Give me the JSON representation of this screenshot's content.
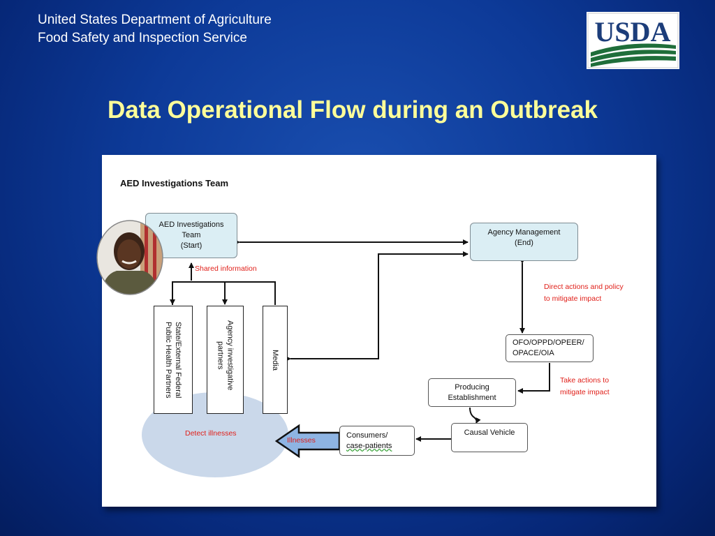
{
  "header": {
    "line1": "United States Department of Agriculture",
    "line2": "Food Safety and Inspection Service",
    "logo_text": "USDA"
  },
  "slide": {
    "title": "Data Operational Flow during an Outbreak"
  },
  "diagram": {
    "heading": "AED Investigations Team",
    "nodes": {
      "aed_team": [
        "AED Investigations",
        "Team",
        "(Start)"
      ],
      "agency_management": [
        "Agency Management",
        "(End)"
      ],
      "state_partners": [
        "State/External Federal",
        "Public Health Partners"
      ],
      "agency_partners": [
        "Agency investigative",
        "partners"
      ],
      "media": "Media",
      "ofo": [
        "OFO/OPPD/OPEER/",
        "OPACE/OIA"
      ],
      "producing": [
        "Producing",
        "Establishment"
      ],
      "causal": "Causal Vehicle",
      "consumers": [
        "Consumers/",
        "case-patients"
      ],
      "illnesses_arrow": "Illnesses",
      "detect": "Detect illnesses"
    },
    "annotations": {
      "shared": "Shared information",
      "direct": [
        "Direct actions and policy",
        "to mitigate impact"
      ],
      "take": [
        "Take actions to",
        "mitigate impact"
      ]
    }
  },
  "colors": {
    "title": "#ffff99",
    "node_fill": "#dbeef4",
    "annotation_red": "#e0201a",
    "ellipse": "#cad8ea",
    "arrow_fill": "#8eb4e3"
  }
}
